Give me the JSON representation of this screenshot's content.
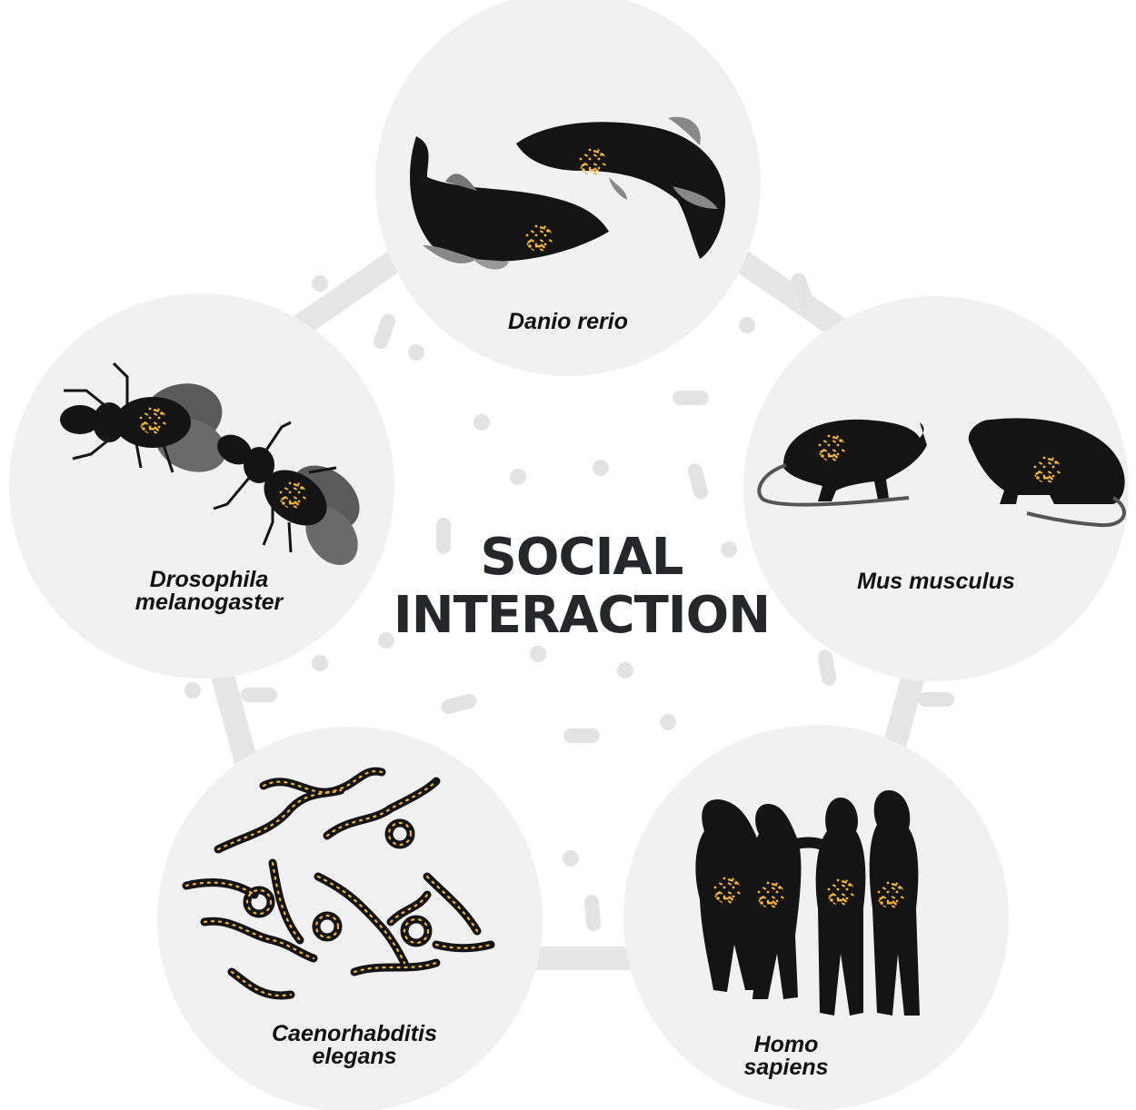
{
  "title": {
    "line1": "SOCIAL",
    "line2": "INTERACTION"
  },
  "organisms": [
    {
      "id": "danio",
      "name": "Danio rerio",
      "icon": "zebrafish-pair-icon"
    },
    {
      "id": "mus",
      "name": "Mus musculus",
      "icon": "mouse-pair-icon"
    },
    {
      "id": "homo",
      "line1": "Homo",
      "line2": "sapiens",
      "icon": "human-group-icon"
    },
    {
      "id": "caeno",
      "line1": "Caenorhabditis",
      "line2": "elegans",
      "icon": "nematode-worms-icon"
    },
    {
      "id": "dros",
      "line1": "Drosophila",
      "line2": "melanogaster",
      "icon": "fruit-fly-pair-icon"
    }
  ],
  "colors": {
    "silhouette": "#141414",
    "microbe": "#f2b535",
    "circle_fill": "#f1f1f1",
    "pentagon_stroke": "#e6e6e6",
    "bacteria_fill": "#e3e3e3"
  }
}
